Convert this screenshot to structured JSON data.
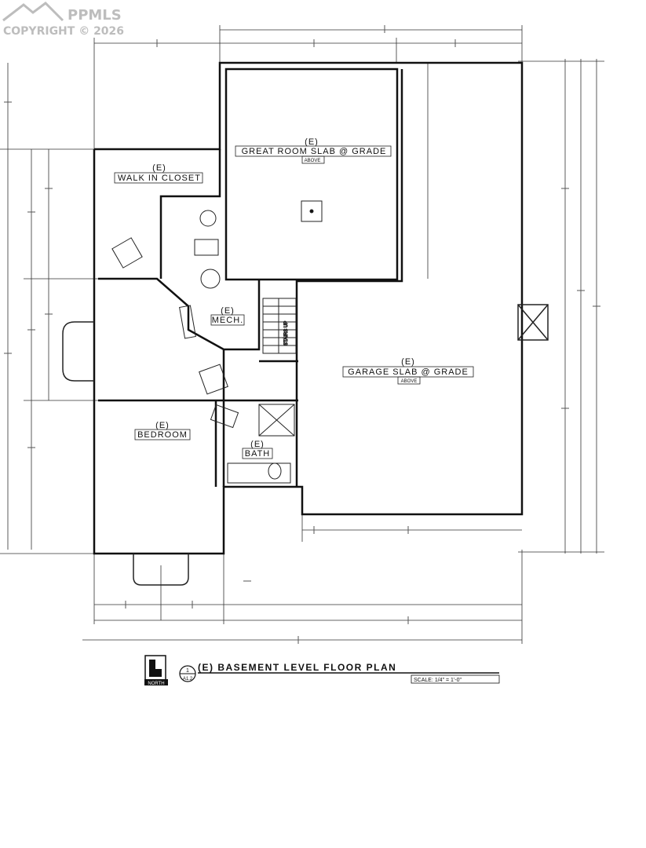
{
  "watermark": {
    "brand": "PPMLS",
    "copyright": "COPYRIGHT © 2026"
  },
  "rooms": {
    "great_room": {
      "tag": "(E)",
      "name": "GREAT ROOM SLAB @ GRADE",
      "note": "ABOVE"
    },
    "walk_in_closet": {
      "tag": "(E)",
      "name": "WALK IN CLOSET"
    },
    "mech": {
      "tag": "(E)",
      "name": "MECH."
    },
    "bedroom": {
      "tag": "(E)",
      "name": "BEDROOM"
    },
    "bath": {
      "tag": "(E)",
      "name": "BATH"
    },
    "garage": {
      "tag": "(E)",
      "name": "GARAGE SLAB @ GRADE",
      "note": "ABOVE"
    }
  },
  "stairs": {
    "label": "STAIRS UP"
  },
  "north": {
    "label": "NORTH"
  },
  "title_block": {
    "title": "(E) BASEMENT LEVEL FLOOR PLAN",
    "sheet_ref_top": "1",
    "sheet_ref_bottom": "A1.2",
    "scale": "SCALE: 1/4\" = 1'-0\""
  }
}
